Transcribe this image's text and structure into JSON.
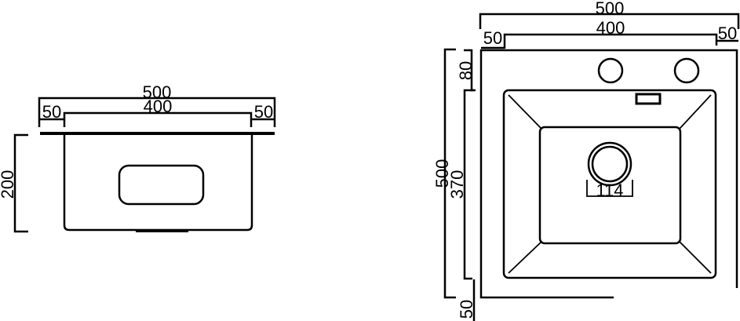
{
  "front_view": {
    "overall_width": "500",
    "bowl_width": "400",
    "left_margin": "50",
    "right_margin": "50",
    "depth": "200"
  },
  "top_view": {
    "overall_width": "500",
    "bowl_width": "400",
    "left_margin": "50",
    "right_margin": "50",
    "overall_length": "500",
    "back_margin": "80",
    "bowl_length": "370",
    "front_margin": "50",
    "drain_diameter": "114"
  },
  "colors": {
    "line": "#000000",
    "background": "#ffffff"
  }
}
